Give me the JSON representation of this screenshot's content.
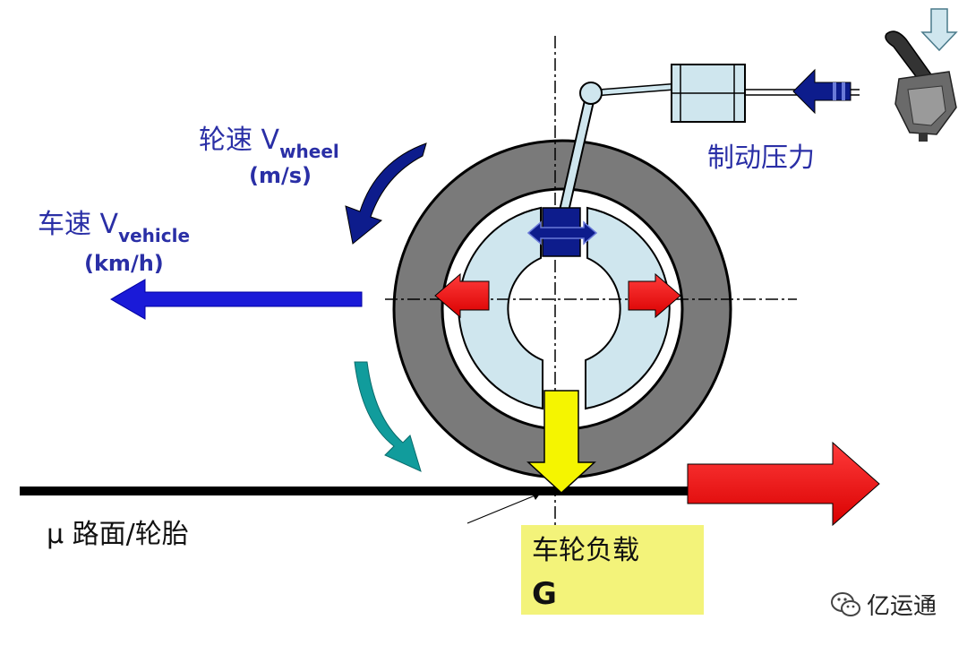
{
  "labels": {
    "wheel_speed": "轮速 V",
    "wheel_speed_sub": "wheel",
    "wheel_speed_unit": "(m/s)",
    "vehicle_speed": "车速 V",
    "vehicle_speed_sub": "vehicle",
    "vehicle_speed_unit": "(km/h)",
    "brake_pressure": "制动压力",
    "road_tire": "μ  路面/轮胎",
    "wheel_load": "车轮负载",
    "wheel_load_symbol": "G"
  },
  "watermark": {
    "text": "亿运通",
    "icon": "wechat-icon"
  },
  "colors": {
    "label_blue": "#2a2fa6",
    "tire": "#7a7a7a",
    "brake_shoe": "#cfe6ee",
    "red_arrow": "#ee1111",
    "yellow_arrow": "#f5f500",
    "teal_arrow": "#119c9c",
    "navy_arrow": "#0d1c8c",
    "load_box": "#f3f37a"
  }
}
